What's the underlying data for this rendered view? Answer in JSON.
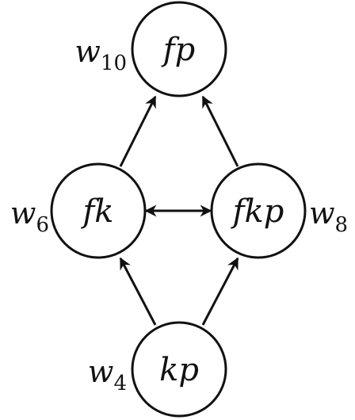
{
  "nodes": {
    "top": {
      "label": "fp",
      "weight": {
        "base": "w",
        "sub": "10"
      }
    },
    "left": {
      "label": "fk",
      "weight": {
        "base": "w",
        "sub": "6"
      }
    },
    "right": {
      "label": "fkp",
      "weight": {
        "base": "w",
        "sub": "8"
      }
    },
    "bottom": {
      "label": "kp",
      "weight": {
        "base": "w",
        "sub": "4"
      }
    }
  },
  "edges": [
    {
      "from": "left",
      "to": "top",
      "direction": "forward"
    },
    {
      "from": "right",
      "to": "top",
      "direction": "forward"
    },
    {
      "from": "bottom",
      "to": "left",
      "direction": "forward"
    },
    {
      "from": "bottom",
      "to": "right",
      "direction": "forward"
    },
    {
      "from": "left",
      "to": "right",
      "direction": "bidirectional"
    }
  ]
}
